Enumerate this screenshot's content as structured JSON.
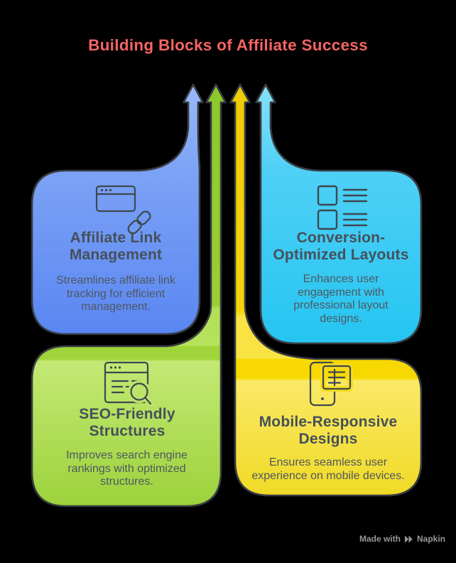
{
  "title": "Building Blocks of Affiliate Success",
  "cards": [
    {
      "id": "affiliate-link-management",
      "heading": "Affiliate Link Management",
      "body": "Streamlines affiliate link tracking for efficient management.",
      "icon": "browser-link-icon",
      "color_top": "#9AB9F8",
      "color_bottom": "#5A86F2"
    },
    {
      "id": "conversion-optimized-layouts",
      "heading": "Conversion-Optimized Layouts",
      "body": "Enhances user engagement with professional layout designs.",
      "icon": "layout-list-icon",
      "color_top": "#8AE0F9",
      "color_bottom": "#25C5F1"
    },
    {
      "id": "seo-friendly-structures",
      "heading": "SEO-Friendly Structures",
      "body": "Improves search engine rankings with optimized structures.",
      "icon": "browser-search-icon",
      "color_top": "#8DC92C",
      "color_bottom": "#9CD23B"
    },
    {
      "id": "mobile-responsive-designs",
      "heading": "Mobile-Responsive Designs",
      "body": "Ensures seamless user experience on mobile devices.",
      "icon": "mobile-document-icon",
      "color_top": "#F0CB04",
      "color_bottom": "#F0DA26"
    }
  ],
  "footer": {
    "made_with": "Made with",
    "brand": "Napkin"
  },
  "theme": {
    "title-color": "#F56464",
    "heading-color": "#46505A",
    "body-color": "#4E5861",
    "footer-color": "#97979D",
    "outline-color": "#383C42"
  }
}
